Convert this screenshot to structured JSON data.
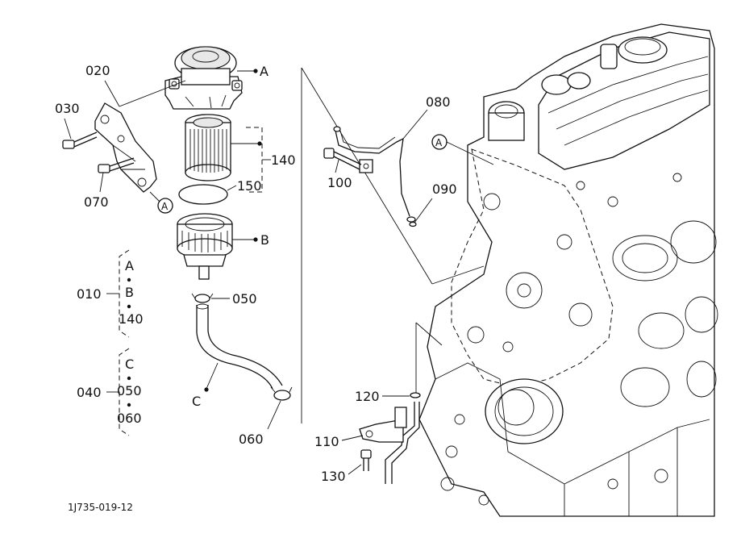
{
  "parts": {
    "p020": "020",
    "p030": "030",
    "p070": "070",
    "p140": "140",
    "p150": "150",
    "p050": "050",
    "p060": "060",
    "p080": "080",
    "p090": "090",
    "p100": "100",
    "p110": "110",
    "p120": "120",
    "p130": "130"
  },
  "refs": {
    "a": "A",
    "b": "B",
    "c": "C"
  },
  "groups": {
    "g010": {
      "code": "010",
      "items": [
        "A",
        "B",
        "140"
      ]
    },
    "g040": {
      "code": "040",
      "items": [
        "C",
        "050",
        "060"
      ]
    }
  },
  "footer": {
    "drawing_id": "1J735-019-12"
  }
}
